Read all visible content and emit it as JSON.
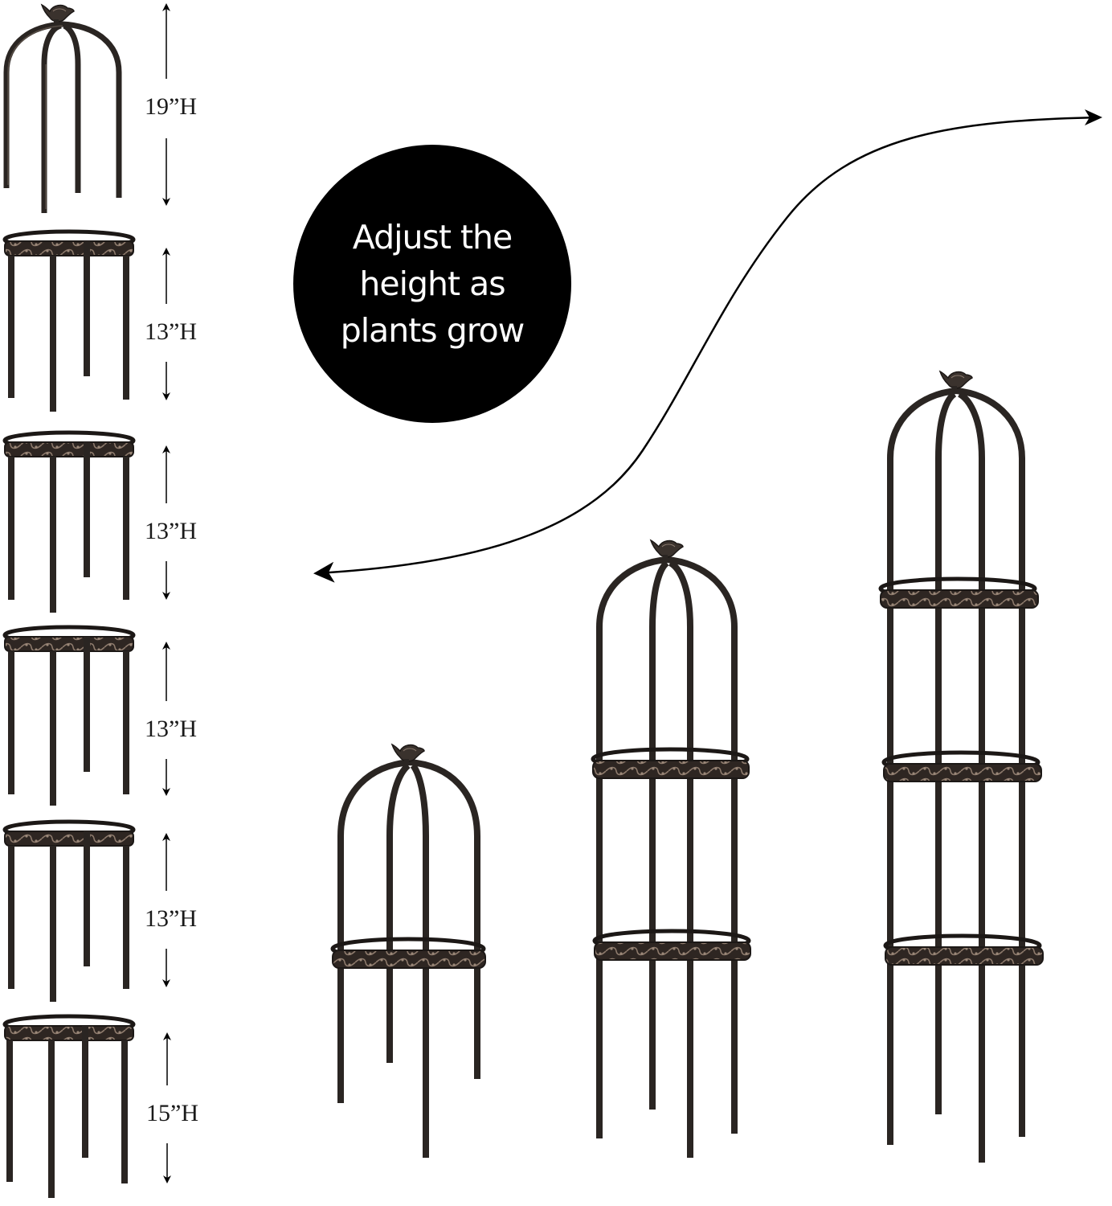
{
  "badge": {
    "lines": [
      "Adjust the",
      "height as",
      "plants grow"
    ]
  },
  "components": [
    {
      "name": "top-dome",
      "height_label": "19”H"
    },
    {
      "name": "ring-section-1",
      "height_label": "13”H"
    },
    {
      "name": "ring-section-2",
      "height_label": "13”H"
    },
    {
      "name": "ring-section-3",
      "height_label": "13”H"
    },
    {
      "name": "ring-section-4",
      "height_label": "13”H"
    },
    {
      "name": "base-stake-section",
      "height_label": "15”H"
    }
  ],
  "assembled_configurations": [
    {
      "name": "short-obelisk",
      "rings": 1
    },
    {
      "name": "medium-obelisk",
      "rings": 2
    },
    {
      "name": "tall-obelisk",
      "rings": 3
    }
  ],
  "icons": {
    "bird-finial": "bird-finial-icon",
    "curved-double-arrow": "curved-arrow-icon",
    "dimension-arrow": "vertical-dimension-arrow-icon"
  },
  "colors": {
    "metal": "#2a2522",
    "metal_highlight": "#6b5e55",
    "badge_bg": "#000000",
    "badge_text": "#ffffff",
    "label": "#1a1a1a"
  }
}
